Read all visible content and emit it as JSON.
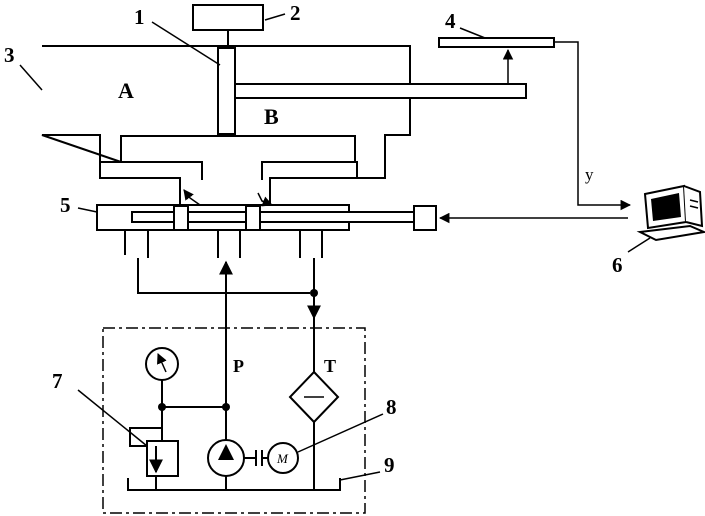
{
  "labels": {
    "item_1": "1",
    "item_2": "2",
    "item_3": "3",
    "item_4": "4",
    "item_5": "5",
    "item_6": "6",
    "item_7": "7",
    "item_8": "8",
    "item_9": "9",
    "chamber_a": "A",
    "chamber_b": "B",
    "pressure_line": "P",
    "tank_line": "T",
    "signal": "y",
    "motor": "M"
  }
}
